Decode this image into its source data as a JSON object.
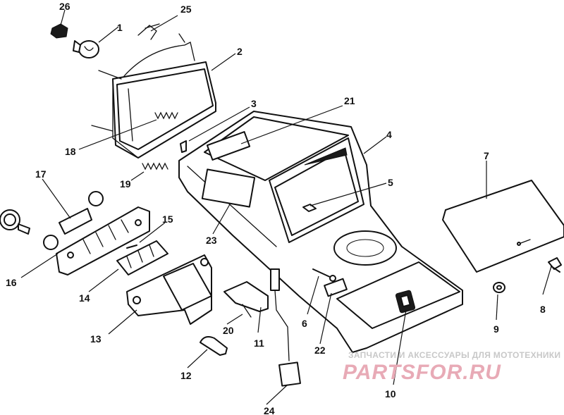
{
  "callouts": [
    {
      "label": "1"
    },
    {
      "label": "2"
    },
    {
      "label": "3"
    },
    {
      "label": "4"
    },
    {
      "label": "5"
    },
    {
      "label": "6"
    },
    {
      "label": "7"
    },
    {
      "label": "8"
    },
    {
      "label": "9"
    },
    {
      "label": "10"
    },
    {
      "label": "11"
    },
    {
      "label": "12"
    },
    {
      "label": "13"
    },
    {
      "label": "14"
    },
    {
      "label": "15"
    },
    {
      "label": "16"
    },
    {
      "label": "17"
    },
    {
      "label": "18"
    },
    {
      "label": "19"
    },
    {
      "label": "20"
    },
    {
      "label": "21"
    },
    {
      "label": "22"
    },
    {
      "label": "23"
    },
    {
      "label": "24"
    },
    {
      "label": "25"
    },
    {
      "label": "26"
    }
  ],
  "watermark": {
    "tagline": "ЗАПЧАСТИ И АКСЕССУАРЫ ДЛЯ МОТОТЕХНИКИ",
    "logo": "PARTSFOR.RU",
    "color": "#e8aab6"
  }
}
